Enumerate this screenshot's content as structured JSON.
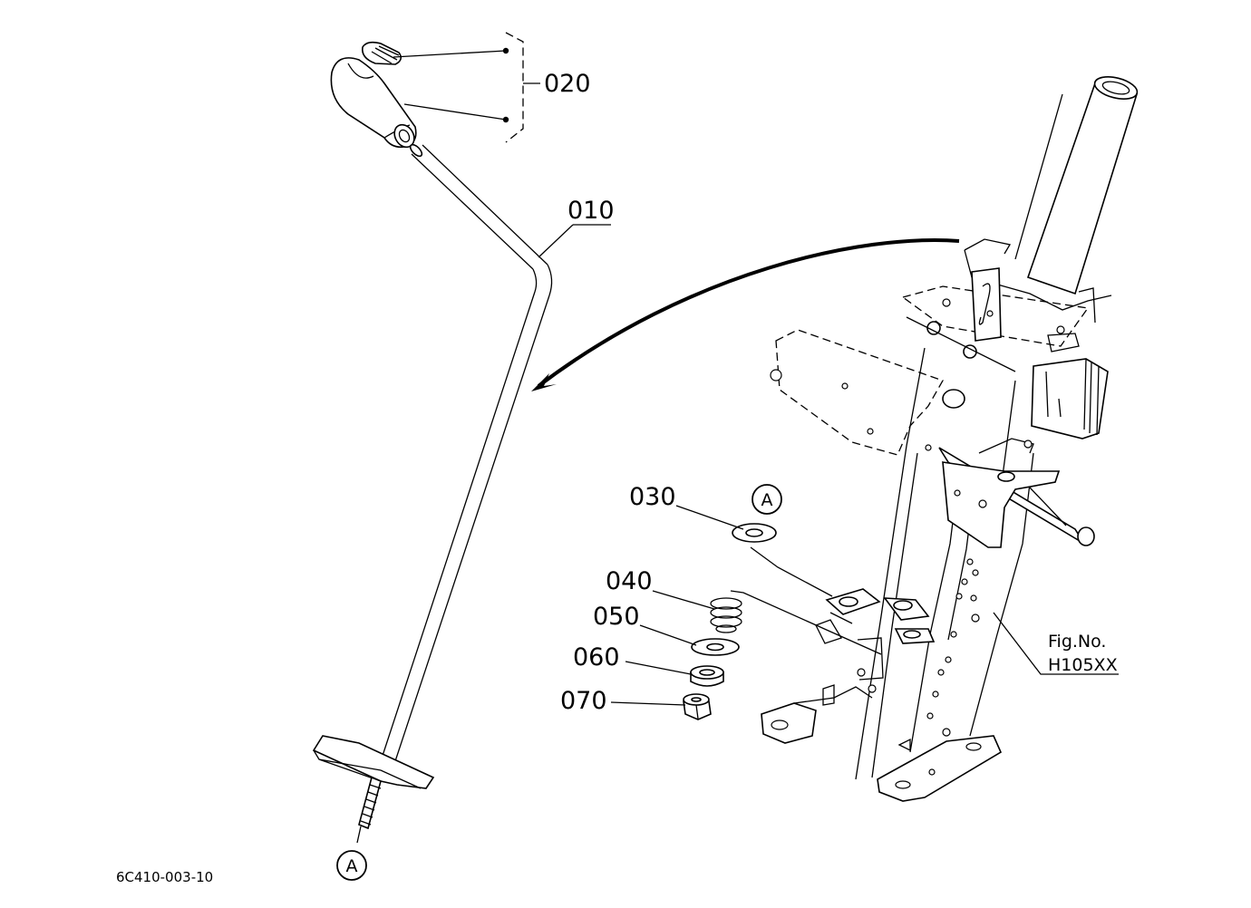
{
  "callouts": {
    "p010": "010",
    "p020": "020",
    "p030": "030",
    "p040": "040",
    "p050": "050",
    "p060": "060",
    "p070": "070"
  },
  "refs": {
    "ref_a_top": "A",
    "ref_a_bottom": "A"
  },
  "figure_ref": {
    "line1": "Fig.No.",
    "line2": "H105XX"
  },
  "drawing_code": "6C410-003-10"
}
